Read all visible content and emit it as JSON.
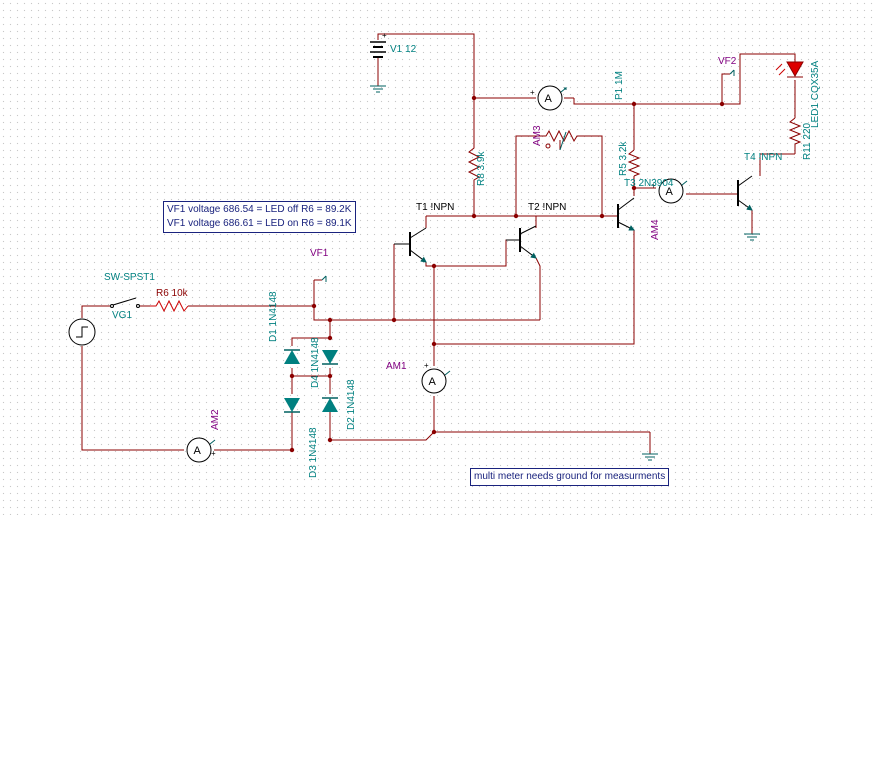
{
  "labels": {
    "v1": "V1 12",
    "vf2": "VF2",
    "p1": "P1 1M",
    "led1": "LED1 CQX35A",
    "r11": "R11 220",
    "r8": "R8 3.9k",
    "am3": "AM3",
    "r5": "R5 3.2k",
    "t3": "T3 2N3904",
    "t4": "T4 !NPN",
    "am4": "AM4",
    "t1": "T1 !NPN",
    "t2": "T2 !NPN",
    "vf1": "VF1",
    "sw": "SW-SPST1",
    "vg1": "VG1",
    "r6": "R6 10k",
    "d1": "D1 1N4148",
    "d4": "D4 1N4148",
    "d2": "D2 1N4148",
    "d3": "D3 1N4148",
    "am1": "AM1",
    "am2": "AM2",
    "ammeter_symbol": "A"
  },
  "notes": {
    "line1": "VF1 voltage 686.54 = LED off  R6 = 89.2K",
    "line2": "VF1 voltage 686.61 = LED on  R6 = 89.1K",
    "ground_note": "multi meter needs ground for measurments"
  },
  "colors": {
    "wire": "#8b0000",
    "component": "#cc0000",
    "label": "#008080",
    "meter_label": "#800080",
    "diode": "#008080",
    "led": "#dd0000",
    "note_text": "#1a237e"
  }
}
